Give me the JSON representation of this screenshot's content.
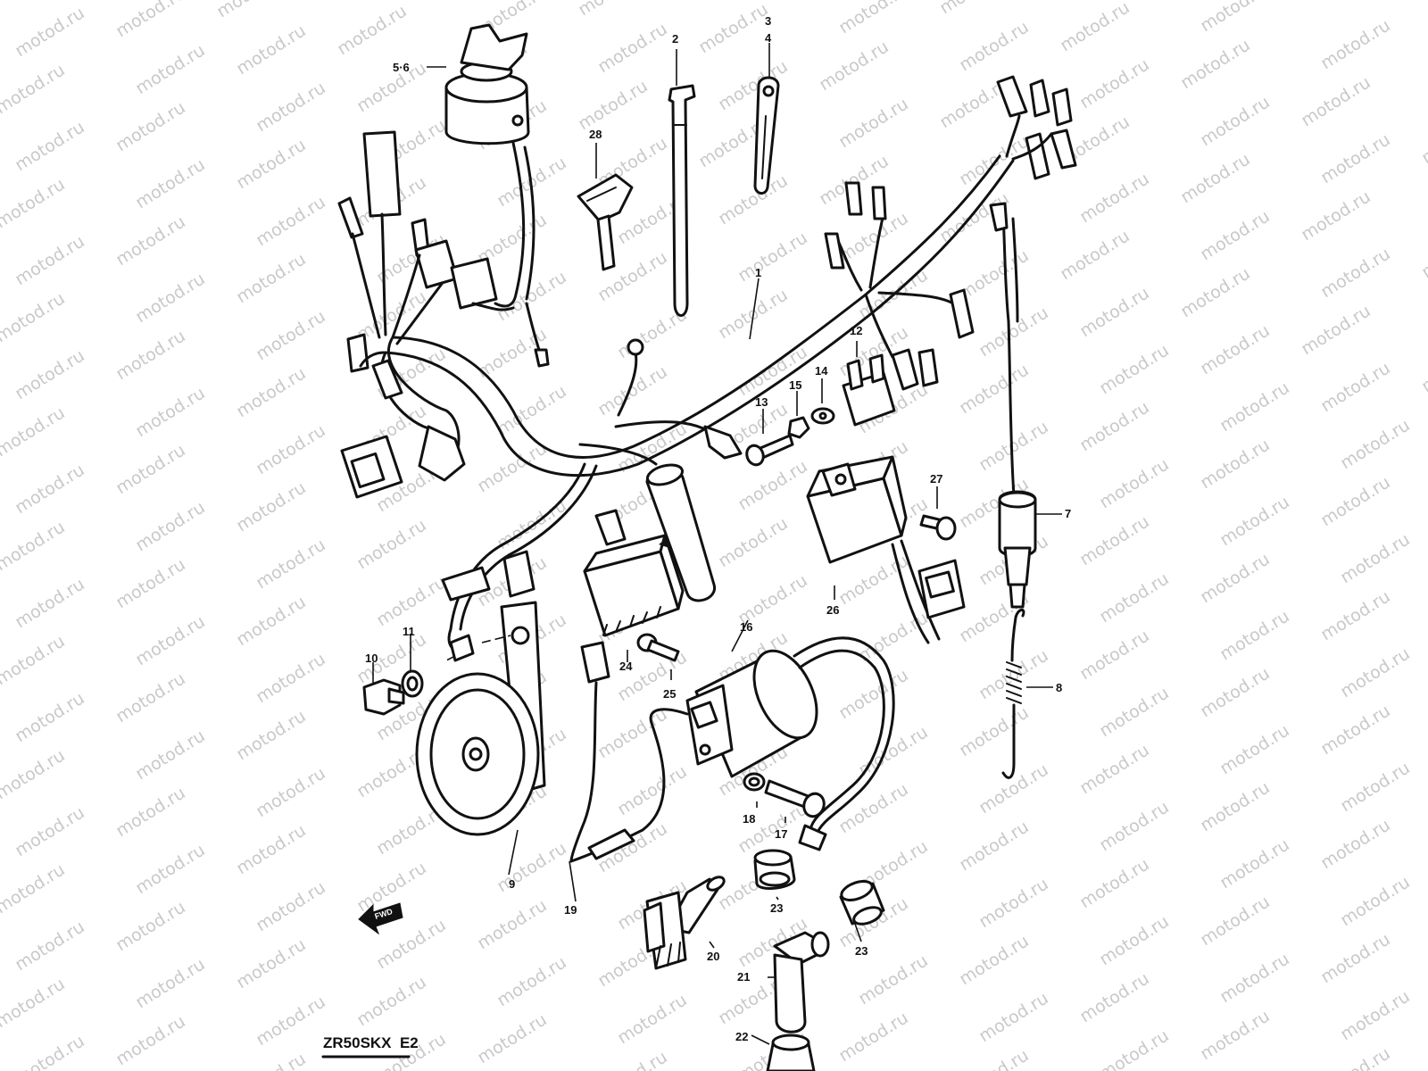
{
  "watermark": "motod.ru",
  "model_code": "ZR50SKX  E2",
  "fwd_arrow_text": "FWD",
  "callouts": {
    "c1": "1",
    "c2": "2",
    "c3": "3",
    "c4": "4",
    "c56": "5·6",
    "c7": "7",
    "c8": "8",
    "c9": "9",
    "c10": "10",
    "c11": "11",
    "c12": "12",
    "c13": "13",
    "c14": "14",
    "c15": "15",
    "c16": "16",
    "c17": "17",
    "c18": "18",
    "c19": "19",
    "c20": "20",
    "c21": "21",
    "c22": "22",
    "c23a": "23",
    "c23b": "23",
    "c24": "24",
    "c25": "25",
    "c26": "26",
    "c27": "27",
    "c28": "28"
  }
}
